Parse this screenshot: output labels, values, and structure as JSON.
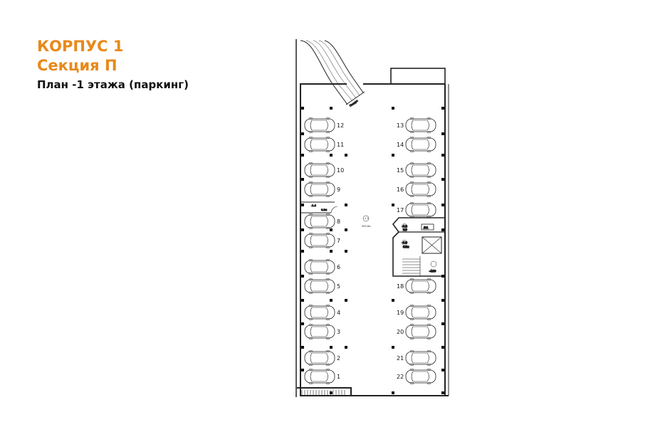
{
  "header": {
    "building": "КОРПУС 1",
    "section": "Секция П",
    "plan_title": "План -1 этажа (паркинг)"
  },
  "colors": {
    "accent": "#e8891a",
    "line": "#222222",
    "text": "#111111"
  },
  "floor_plan": {
    "left_spaces": [
      "12",
      "11",
      "10",
      "9",
      "8",
      "7",
      "6",
      "5",
      "4",
      "3",
      "2",
      "1"
    ],
    "right_spaces": [
      "13",
      "14",
      "15",
      "16",
      "17",
      "18",
      "19",
      "20",
      "21",
      "22"
    ],
    "room_labels": {
      "storage_left": "-1.6",
      "storage_left_area": "6.9м",
      "parking_hall": "-1.1",
      "parking_hall_area": "589.8м",
      "room_1_2": "-1.2",
      "room_1_2_area": "9.6",
      "room_1_3": "-1.3",
      "room_1_3_area": "6.9м",
      "shaft_tag": "Л-1",
      "stair_mark": "-4.20"
    }
  }
}
